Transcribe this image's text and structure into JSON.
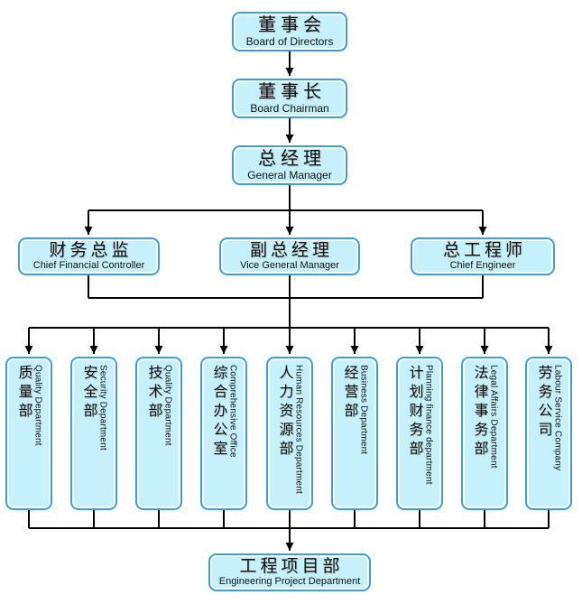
{
  "diagram": {
    "colors": {
      "box_fill": "#c6f0fb",
      "box_border": "#3b9fde",
      "connector": "#000000",
      "text": "#111111"
    },
    "top_chain": [
      {
        "zh": "董事会",
        "en": "Board of Directors"
      },
      {
        "zh": "董事长",
        "en": "Board Chairman"
      },
      {
        "zh": "总经理",
        "en": "General Manager"
      }
    ],
    "middle_row": [
      {
        "zh": "财务总监",
        "en": "Chief Financial Controller"
      },
      {
        "zh": "副总经理",
        "en": "Vice General Manager"
      },
      {
        "zh": "总工程师",
        "en": "Chief Engineer"
      }
    ],
    "departments": [
      {
        "zh": "质量部",
        "en": "Quality Department"
      },
      {
        "zh": "安全部",
        "en": "Security Department"
      },
      {
        "zh": "技术部",
        "en": "Quality Department"
      },
      {
        "zh": "综合办公室",
        "en": "Comprehensive Office"
      },
      {
        "zh": "人力资源部",
        "en": "Human Resources Department"
      },
      {
        "zh": "经营部",
        "en": "Business Department"
      },
      {
        "zh": "计划财务部",
        "en": "Planning finance department"
      },
      {
        "zh": "法律事务部",
        "en": "Legal Affairs Department"
      },
      {
        "zh": "劳务公司",
        "en": "Labour Service Company"
      }
    ],
    "bottom": {
      "zh": "工程项目部",
      "en": "Engineering Project Department"
    }
  }
}
